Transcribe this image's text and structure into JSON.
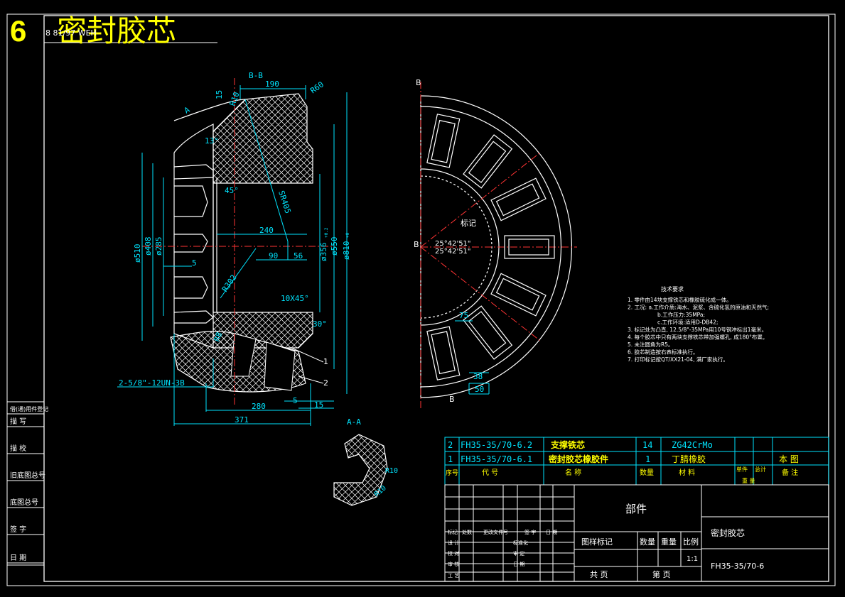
{
  "title": {
    "number": "6",
    "text": "密封胶芯",
    "overlay": "8 81/97 WEH"
  },
  "section_labels": {
    "bb": "B-B",
    "aa": "A-A",
    "b_top": "B",
    "b_mid": "B",
    "b_bot": "B",
    "a_mark": "A"
  },
  "dimensions": {
    "d190": "190",
    "r60": "R60",
    "d15": "15",
    "r10": "R10",
    "a13": "13°",
    "a45": "45°",
    "sr405": "SR405",
    "d240": "240",
    "d90": "90",
    "d56": "56",
    "d5a": "5",
    "r302": "R302",
    "c10x45": "10X45°",
    "a30": "30°",
    "r8": "R8",
    "thread": "2-5/8\"-12UN-3B",
    "d280": "280",
    "d5b": "5",
    "d15b": "15",
    "d371": "371",
    "phi510": "ø510",
    "phi408": "ø408",
    "phi285": "ø285",
    "phi356": "ø356",
    "phi550": "ø550",
    "phi810": "ø810",
    "tol356": "+0.2",
    "tol810": "+0",
    "ang1": "25°42'51\"",
    "ang2": "25°42'51\"",
    "mark": "标记",
    "d75": "75",
    "d38": "38",
    "d50": "50",
    "r10a": "R10",
    "r10b": "R10",
    "leader1": "1",
    "leader2": "2"
  },
  "tech_notes": {
    "heading": "技术要求",
    "lines": [
      "1. 零件由14块支撑铁芯和橡胶硫化成一体。",
      "2. 工况: a.工作介质:海水、泥浆、含硫化氢的原油和天然气;",
      "b.工作压力:35MPa;",
      "c.工作环境:适用D-DB42;",
      "3. 标记处为凸直, 12.5/8\"-35MPa用10号钢冲标出1毫米。",
      "4. 每个胶芯中只有两块支撑铁芯带加强螺孔, 成180°布置。",
      "5. 未注圆角为R5。",
      "6. 胶芯制造按右表标准执行。",
      "7. 打印标记按QT/XX21-04, 满厂家执行。"
    ]
  },
  "parts_table": {
    "rows": [
      {
        "no": "2",
        "code": "FH35-35/70-6.2",
        "name": "支撑铁芯",
        "qty": "14",
        "material": "ZG42CrMo",
        "note": ""
      },
      {
        "no": "1",
        "code": "FH35-35/70-6.1",
        "name": "密封胶芯橡胶件",
        "qty": "1",
        "material": "丁腈橡胶",
        "note": "本 图"
      }
    ],
    "header": {
      "no": "序号",
      "code": "代 号",
      "name": "名 称",
      "qty": "数量",
      "material": "材 料",
      "single": "单件",
      "total": "总计",
      "weight": "重 量",
      "note": "备 注"
    }
  },
  "title_block": {
    "part_label": "部件",
    "drawing_name": "密封胶芯",
    "drawing_no": "FH35-35/70-6",
    "scale": "1:1",
    "stage_mark": "图样标记",
    "quantity": "数量",
    "weight": "重量",
    "ratio": "比例",
    "total_sheets": "共 页",
    "sheet": "第 页",
    "rows": [
      [
        "标记",
        "处数",
        "更改文件号",
        "签 字",
        "日 期"
      ],
      [
        "设 计",
        "",
        "标准化",
        ""
      ],
      [
        "校 对",
        "",
        "审 定",
        ""
      ],
      [
        "审 核",
        "",
        "日 期",
        ""
      ],
      [
        "工 艺",
        "",
        "",
        ""
      ]
    ]
  },
  "side_block": [
    "借(通)用件登记",
    "描 写",
    "描 校",
    "旧底图总号",
    "底图总号",
    "签 字",
    "日 期"
  ]
}
